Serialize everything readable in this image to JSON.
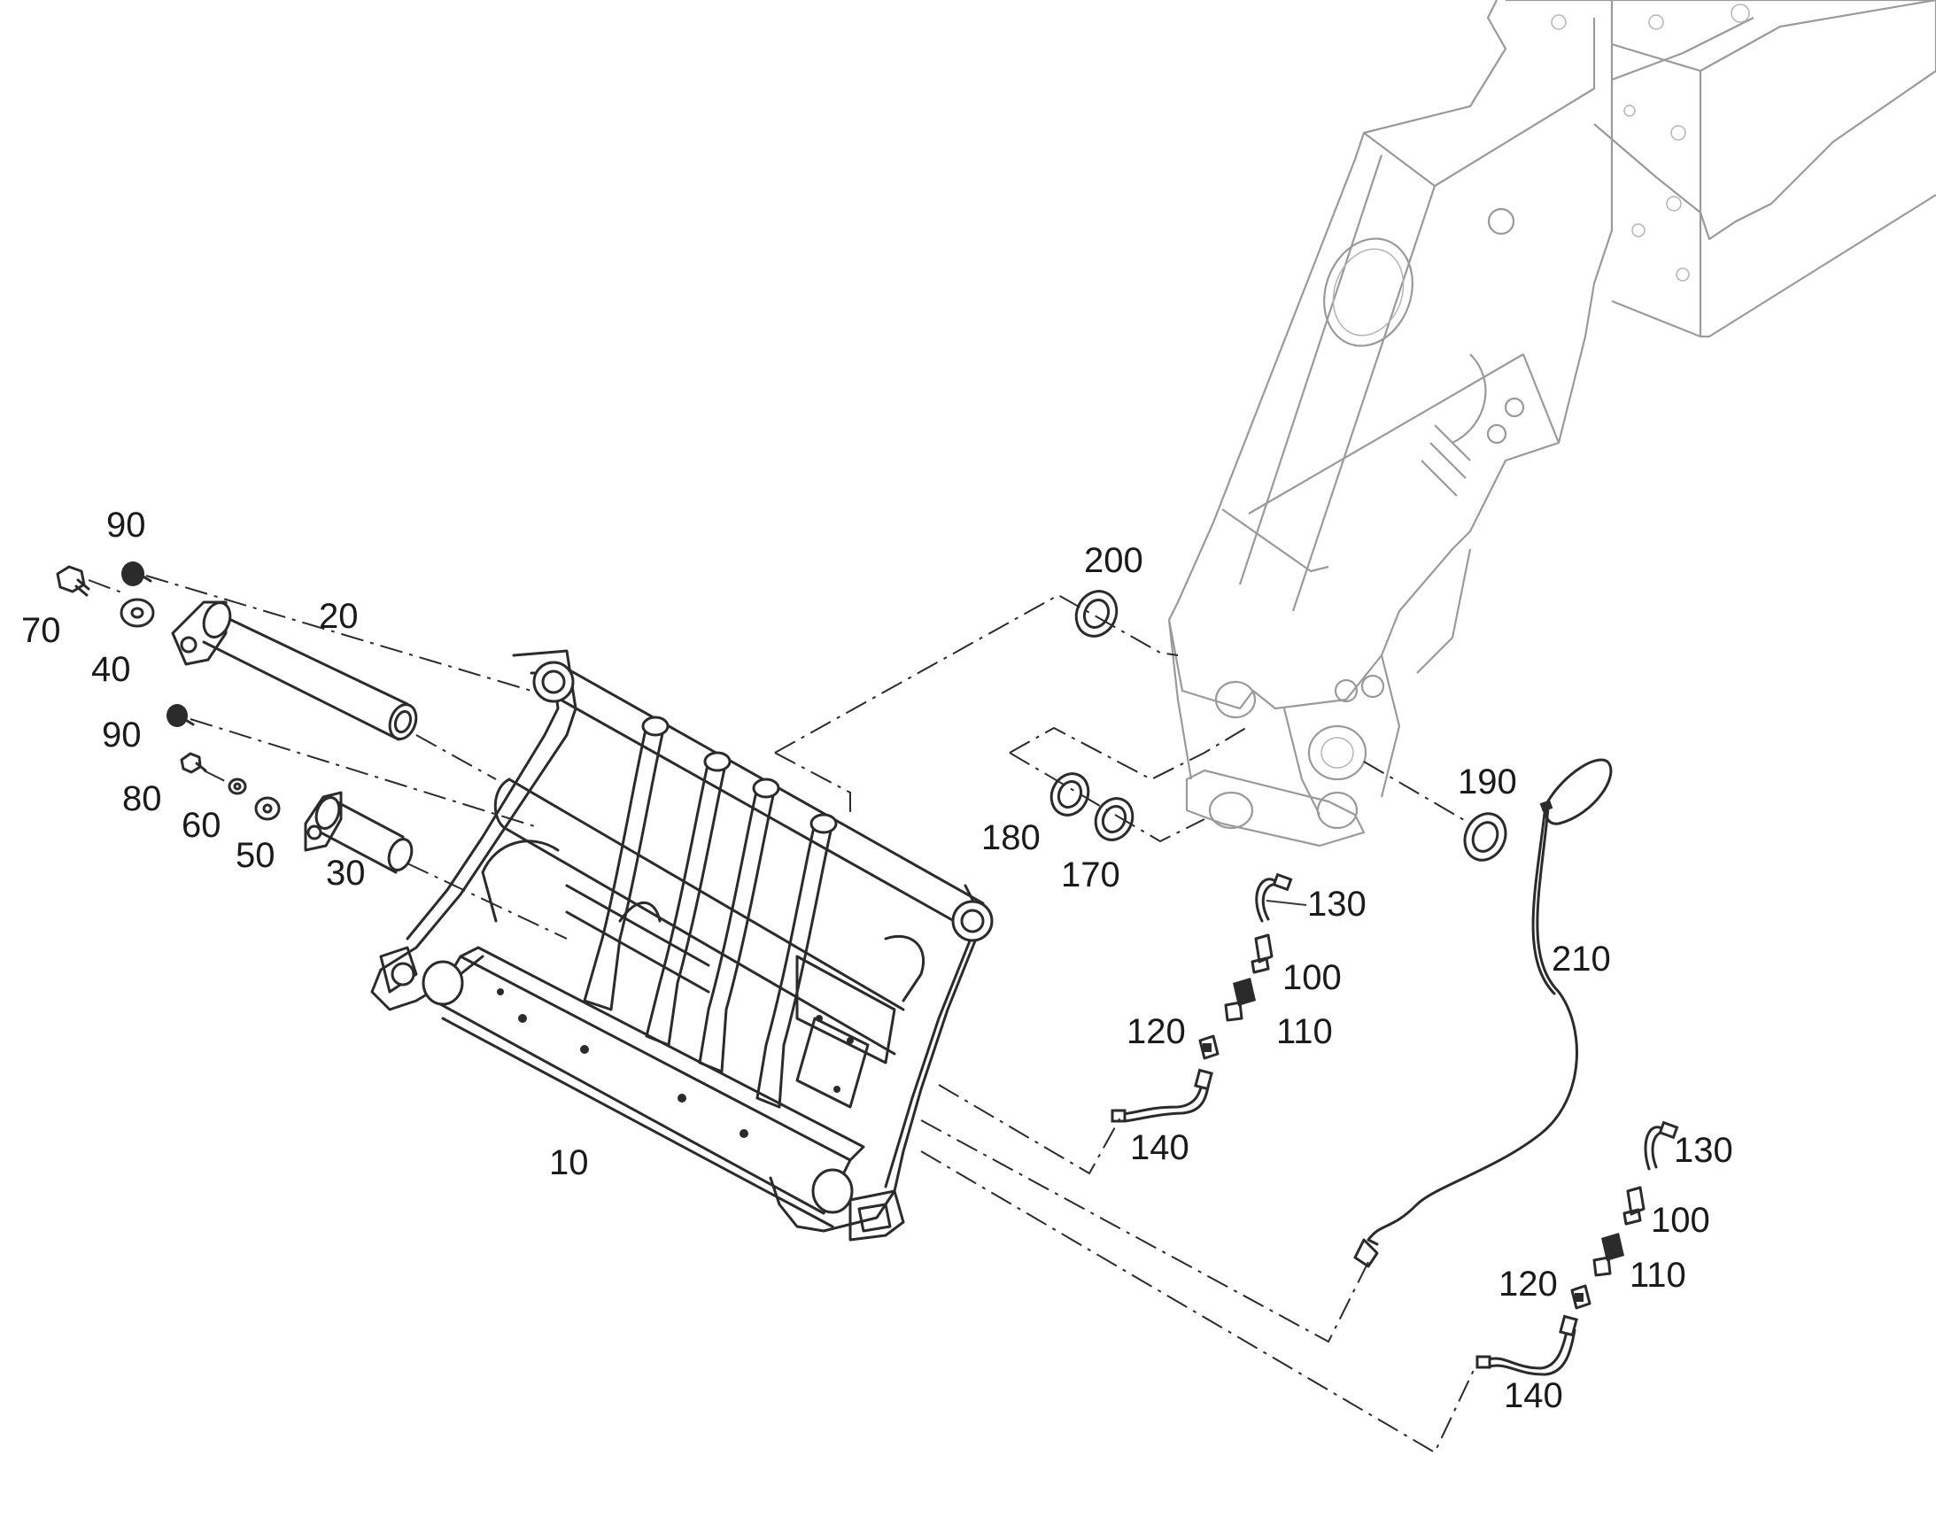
{
  "diagram": {
    "callouts": [
      {
        "id": "c90a",
        "text": "90"
      },
      {
        "id": "c70",
        "text": "70"
      },
      {
        "id": "c40",
        "text": "40"
      },
      {
        "id": "c20",
        "text": "20"
      },
      {
        "id": "c90b",
        "text": "90"
      },
      {
        "id": "c80",
        "text": "80"
      },
      {
        "id": "c60",
        "text": "60"
      },
      {
        "id": "c50",
        "text": "50"
      },
      {
        "id": "c30",
        "text": "30"
      },
      {
        "id": "c10",
        "text": "10"
      },
      {
        "id": "c200",
        "text": "200"
      },
      {
        "id": "c180",
        "text": "180"
      },
      {
        "id": "c170",
        "text": "170"
      },
      {
        "id": "c190",
        "text": "190"
      },
      {
        "id": "c210",
        "text": "210"
      },
      {
        "id": "c130a",
        "text": "130"
      },
      {
        "id": "c100a",
        "text": "100"
      },
      {
        "id": "c110a",
        "text": "110"
      },
      {
        "id": "c120a",
        "text": "120"
      },
      {
        "id": "c140a",
        "text": "140"
      },
      {
        "id": "c130b",
        "text": "130"
      },
      {
        "id": "c100b",
        "text": "100"
      },
      {
        "id": "c110b",
        "text": "110"
      },
      {
        "id": "c120b",
        "text": "120"
      },
      {
        "id": "c140b",
        "text": "140"
      }
    ]
  }
}
